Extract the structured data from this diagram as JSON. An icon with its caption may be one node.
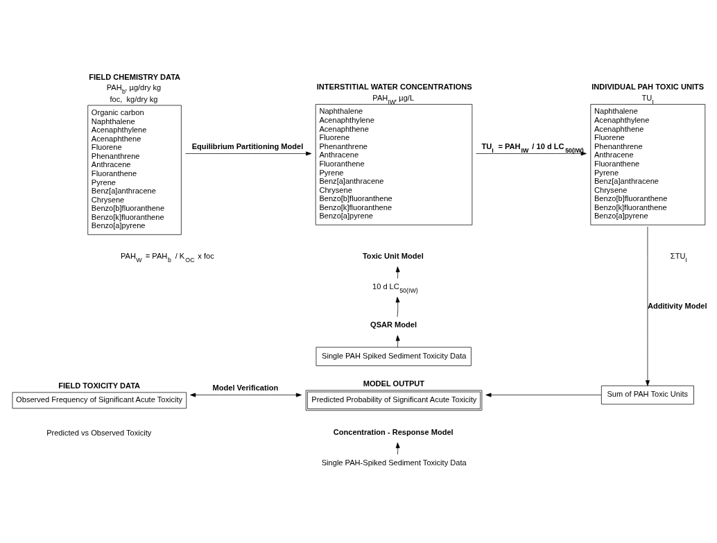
{
  "diagram": {
    "nodes": [
      {
        "text": [
          "FIELD CHEMISTRY DATA",
          "PAH$_{b}$, µg/dry kg",
          "foc,  kg/dry kg",
          "Organic carbon",
          "Naphthalene",
          "Acenaphthylene",
          "Acenaphthene",
          "Fluorene",
          "Phenanthrene",
          "Anthracene",
          "Fluoranthene",
          "Pyrene",
          "Benz[a]anthracene",
          "Chrysene",
          "Benzo[b]fluoranthene",
          "Benzo[k]fluoranthene",
          "Benzo[a]pyrene"
        ]
      },
      {
        "text": [
          "INTERSTITIAL WATER CONCENTRATIONS",
          "PAH$_{IW}$, µg/L",
          "Naphthalene",
          "Acenaphthylene",
          "Acenaphthene",
          "Fluorene",
          "Phenanthrene",
          "Anthracene",
          "Fluoranthene",
          "Pyrene",
          "Benz[a]anthracene",
          "Chrysene",
          "Benzo[b]fluoranthene",
          "Benzo[k]fluoranthene",
          "Benzo[a]pyrene"
        ]
      },
      {
        "text": [
          "INDIVIDUAL PAH TOXIC UNITS",
          "TU$_{I}$",
          "Naphthalene",
          "Acenaphthylene",
          "Acenaphthene",
          "Fluorene",
          "Phenanthrene",
          "Anthracene",
          "Fluoranthene",
          "Pyrene",
          "Benz[a]anthracene",
          "Chrysene",
          "Benzo[b]fluoranthene",
          "Benzo[k]fluoranthene",
          "Benzo[a]pyrene"
        ]
      },
      {
        "text": [
          "Toxic Unit Model"
        ]
      },
      {
        "text": [
          "10 d LC$_{50(IW)}$"
        ]
      },
      {
        "text": [
          "QSAR Model"
        ]
      },
      {
        "text": [
          "Single PAH Spiked Sediment Toxicity Data"
        ]
      },
      {
        "text": [
          "FIELD TOXICITY DATA",
          "Observed Frequency of Significant Acute Toxicity"
        ]
      },
      {
        "text": [
          "MODEL OUTPUT",
          "Predicted Probability of Significant Acute Toxicity"
        ]
      },
      {
        "text": [
          "Concentration - Response Model"
        ]
      },
      {
        "text": [
          "Single PAH-Spiked Sediment Toxicity Data"
        ]
      },
      {
        "text": [
          "Sum of PAH Toxic Units"
        ]
      }
    ],
    "edges": [
      {
        "from": 0,
        "to": 1,
        "arrow": "to",
        "label": "Equilibrium Partitioning Model"
      },
      {
        "from": 1,
        "to": 2,
        "arrow": "to",
        "label": "TU$_{I}$ = PAH$_{IW}$ / 10 d LC$_{50(IW)}$"
      },
      {
        "from": 6,
        "to": 5,
        "arrow": "to"
      },
      {
        "from": 5,
        "to": 4,
        "arrow": "to"
      },
      {
        "from": 4,
        "to": 3,
        "arrow": "to"
      },
      {
        "from": 2,
        "to": 11,
        "arrow": "to",
        "label": "Additivity Model"
      },
      {
        "from": 11,
        "to": 8,
        "arrow": "to"
      },
      {
        "from": 10,
        "to": 9,
        "arrow": "to"
      },
      {
        "from": 8,
        "to": 7,
        "arrow": "both",
        "label": "Model Verification"
      }
    ],
    "labels": [
      "PAH$_{W}$ = PAH$_{b}$ / K$_{OC}$ x foc",
      "ΣTU$_{I}$",
      "Predicted vs Observed Toxicity"
    ]
  }
}
